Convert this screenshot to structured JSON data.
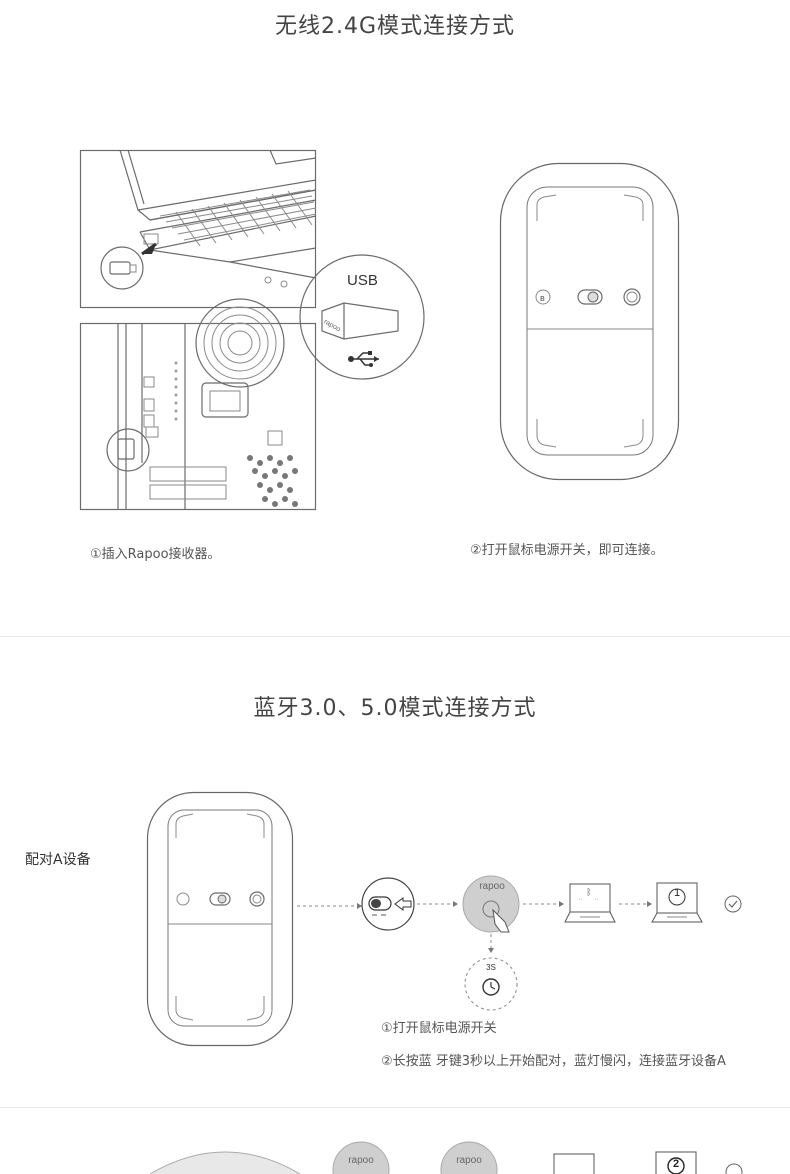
{
  "section1": {
    "title": "无线2.4G模式连接方式",
    "usb_label": "USB",
    "step1": "①插入Rapoo接收器。",
    "step2": "②打开鼠标电源开关，即可连接。"
  },
  "section2": {
    "title": "蓝牙3.0、5.0模式连接方式",
    "pair_label": "配对A设备",
    "brand": "rapoo",
    "timer_label": "3S",
    "device_number_a": "1",
    "device_number_b": "2",
    "step1": "①打开鼠标电源开关",
    "step2": "②长按蓝 牙键3秒以上开始配对，蓝灯慢闪，连接蓝牙设备A"
  },
  "icons": [
    "usb-icon",
    "bluetooth-icon",
    "power-switch-icon",
    "dpi-button-icon",
    "stopwatch-icon",
    "laptop-icon",
    "check-circle-icon",
    "arrow-left-icon"
  ]
}
